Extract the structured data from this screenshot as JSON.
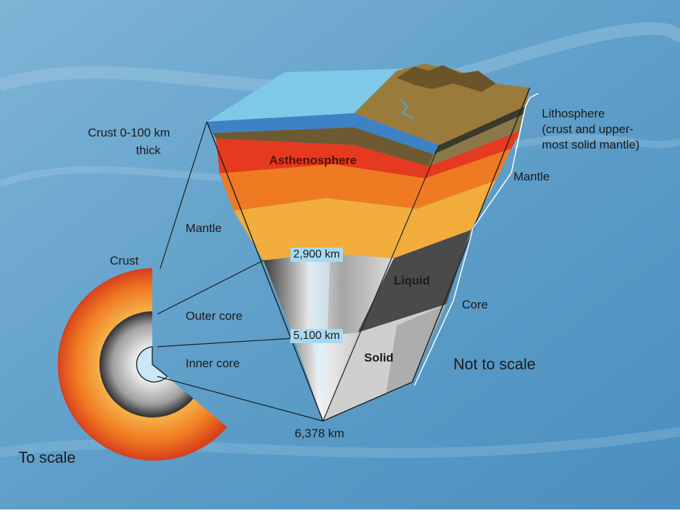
{
  "diagram": {
    "labels": {
      "crust_thickness": "Crust 0-100 km",
      "crust_thickness_2": "thick",
      "lithosphere_1": "Lithosphere",
      "lithosphere_2": "(crust and upper-",
      "lithosphere_3": "most solid mantle)",
      "asthenosphere": "Asthenosphere",
      "mantle_right": "Mantle",
      "mantle_left": "Mantle",
      "crust": "Crust",
      "outer_core": "Outer core",
      "inner_core": "Inner core",
      "liquid": "Liquid",
      "solid": "Solid",
      "core": "Core",
      "not_to_scale": "Not to scale",
      "to_scale": "To scale"
    },
    "depths": {
      "d1": "2,900 km",
      "d2": "5,100 km",
      "d3": "6,378 km"
    },
    "colors": {
      "ocean": "#4aa6d6",
      "crust": "#7b6a3e",
      "asthenosphere": "#e53a1f",
      "upper_mantle": "#f07a22",
      "lower_mantle": "#f2ad3c",
      "outer_core": "#8a8a8a",
      "inner_core": "#d0d0d0"
    }
  }
}
